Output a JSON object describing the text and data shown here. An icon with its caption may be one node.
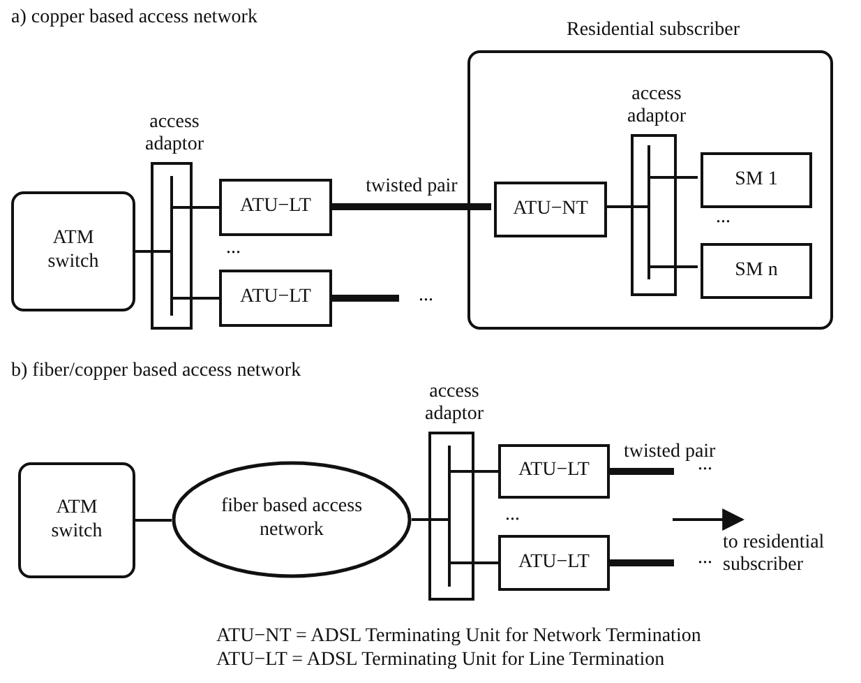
{
  "diagram": {
    "nodes": [
      {
        "text": [
          "ATM switch"
        ]
      },
      {
        "text": [
          "access adaptor"
        ]
      },
      {
        "text": [
          "ATU−LT"
        ]
      },
      {
        "text": [
          "ATU−LT"
        ]
      },
      {
        "text": [
          "Residential subscriber"
        ]
      },
      {
        "text": [
          "ATU−NT"
        ],
        "in": 4
      },
      {
        "text": [
          "access adaptor"
        ],
        "in": 4
      },
      {
        "text": [
          "SM 1"
        ],
        "in": 4
      },
      {
        "text": [
          "SM n"
        ],
        "in": 4
      },
      {
        "text": [
          "ATM switch"
        ]
      },
      {
        "text": [
          "fiber based access network"
        ]
      },
      {
        "text": [
          "access adaptor"
        ]
      },
      {
        "text": [
          "ATU−LT"
        ]
      },
      {
        "text": [
          "ATU−LT"
        ]
      }
    ],
    "edges": [
      {
        "from": 0,
        "to": 1,
        "arrow": "none"
      },
      {
        "from": 1,
        "to": 2,
        "arrow": "none"
      },
      {
        "from": 1,
        "to": 3,
        "arrow": "none"
      },
      {
        "from": 2,
        "to": 5,
        "arrow": "none",
        "style": "thick",
        "label": "twisted pair"
      },
      {
        "from": 3,
        "to": null,
        "arrow": "none",
        "style": "thick"
      },
      {
        "from": 5,
        "to": 6,
        "arrow": "none"
      },
      {
        "from": 6,
        "to": 7,
        "arrow": "none"
      },
      {
        "from": 6,
        "to": 8,
        "arrow": "none"
      },
      {
        "from": 9,
        "to": 10,
        "arrow": "none"
      },
      {
        "from": 10,
        "to": 11,
        "arrow": "none"
      },
      {
        "from": 11,
        "to": 12,
        "arrow": "none"
      },
      {
        "from": 11,
        "to": 13,
        "arrow": "none"
      },
      {
        "from": 12,
        "to": null,
        "arrow": "none",
        "style": "thick",
        "label": "twisted pair"
      },
      {
        "from": 13,
        "to": null,
        "arrow": "none",
        "style": "thick"
      }
    ],
    "labels": [
      "a) copper based access network",
      "...",
      "...",
      "...",
      "b) fiber/copper based access network",
      "...",
      "...",
      "to residential subscriber",
      "...",
      "ATU−NT = ADSL Terminating Unit for Network Termination",
      "ATU−LT = ADSL Terminating Unit for Line Termination"
    ]
  }
}
